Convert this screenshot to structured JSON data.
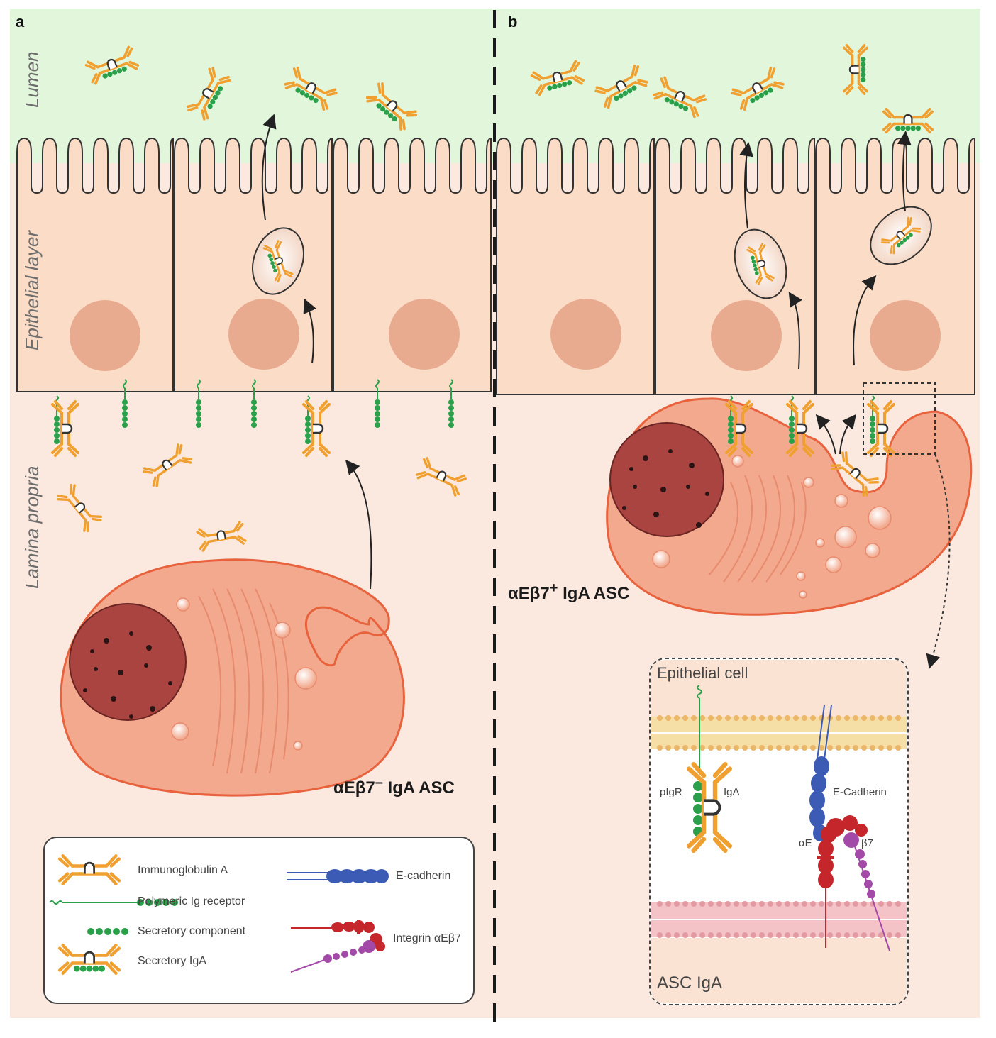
{
  "panels": {
    "a": {
      "letter": "a",
      "asc_label_main": "αEβ7",
      "asc_label_sup": "–",
      "asc_label_rest": " IgA ASC"
    },
    "b": {
      "letter": "b",
      "asc_label_main": "αEβ7",
      "asc_label_sup": "+",
      "asc_label_rest": " IgA ASC"
    }
  },
  "regions": {
    "lumen": "Lumen",
    "epithelial": "Epithelial layer",
    "lamina": "Lamina propria"
  },
  "legend": {
    "items": [
      {
        "label": "Immunoglobulin A",
        "icon": "iga-icon"
      },
      {
        "label": "Polymeric Ig receptor",
        "icon": "pigr-icon"
      },
      {
        "label": "Secretory component",
        "icon": "secretory-component-icon"
      },
      {
        "label": "Secretory IgA",
        "icon": "secretory-iga-icon"
      },
      {
        "label": "E-cadherin",
        "icon": "e-cadherin-icon"
      },
      {
        "label": "Integrin αEβ7",
        "icon": "integrin-icon"
      }
    ]
  },
  "inset": {
    "top_label": "Epithelial cell",
    "bottom_label": "ASC IgA",
    "pigr_label": "pIgR",
    "iga_label": "IgA",
    "ecad_label": "E-Cadherin",
    "alphaE_label": "αE",
    "beta7_label": "β7"
  },
  "colors": {
    "lumen": "#e2f6dc",
    "epithelium": "#fbdcc6",
    "lamina": "#fbe9df",
    "cell_outline": "#e8623d",
    "cell_fill": "#f2a98e",
    "nucleus": "#a94440",
    "iga": "#f0a030",
    "secretory_component": "#2aa04a",
    "e_cadherin": "#3b5bb5",
    "integrin_alpha": "#c4262b",
    "integrin_beta": "#a34aa8"
  }
}
